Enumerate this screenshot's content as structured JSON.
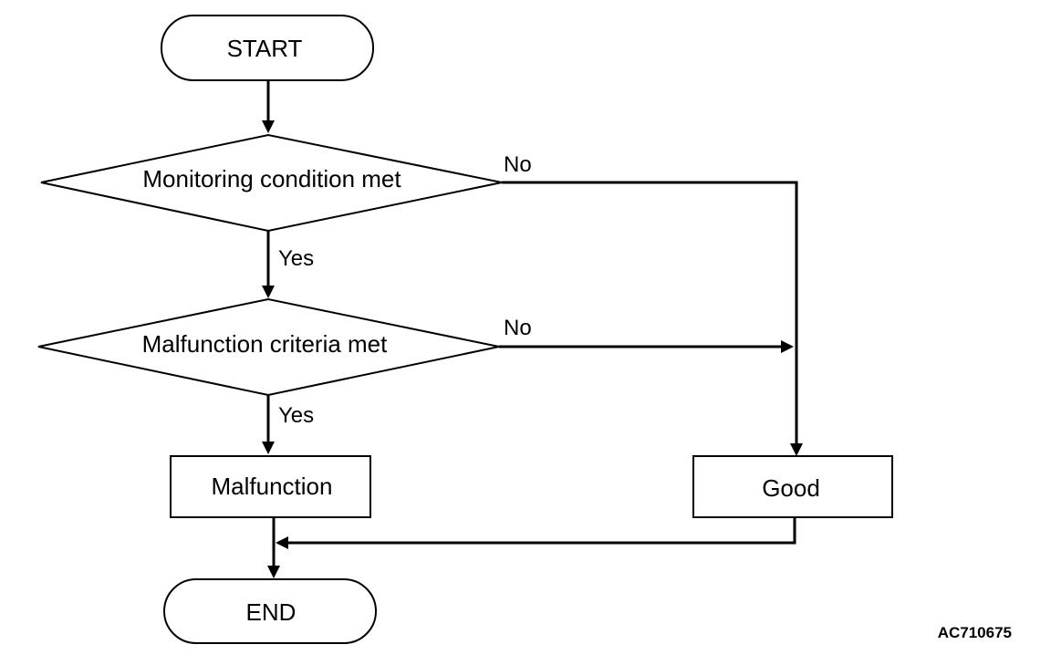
{
  "nodes": {
    "start": "START",
    "decision_monitoring": "Monitoring condition met",
    "decision_malfunction": "Malfunction criteria met",
    "malfunction": "Malfunction",
    "good": "Good",
    "end": "END"
  },
  "edges": {
    "monitoring_no": "No",
    "monitoring_yes": "Yes",
    "criteria_no": "No",
    "criteria_yes": "Yes"
  },
  "figure_code": "AC710675"
}
